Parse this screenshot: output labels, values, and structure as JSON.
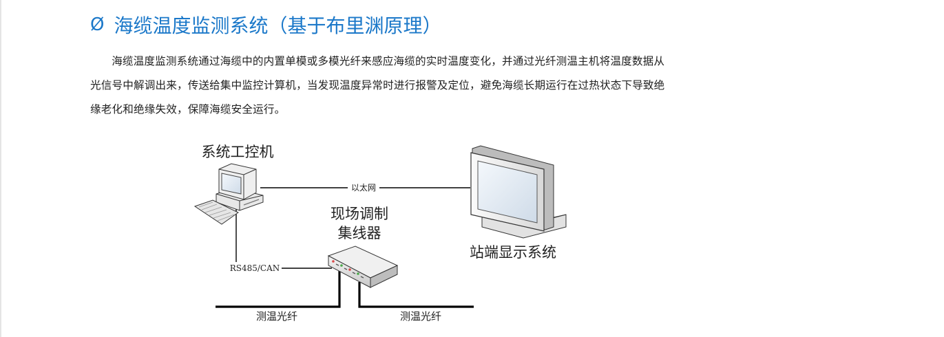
{
  "section": {
    "bullet": "Ø",
    "title": "海缆温度监测系统（基于布里渊原理）"
  },
  "paragraph": "海缆温度监测系统通过海缆中的内置单模或多模光纤来感应海缆的实时温度变化，并通过光纤测温主机将温度数据从光信号中解调出来，传送给集中监控计算机，当发现温度异常时进行报警及定位，避免海缆长期运行在过热状态下导致绝缘老化和绝缘失效，保障海缆安全运行。",
  "diagram": {
    "nodes": {
      "control_pc": "系统工控机",
      "hub_line1": "现场调制",
      "hub_line2": "集线器",
      "station_display": "站端显示系统"
    },
    "links": {
      "ethernet": "以太网",
      "serial_bus": "RS485/CAN",
      "fiber_left": "测温光纤",
      "fiber_right": "测温光纤"
    }
  },
  "colors": {
    "heading": "#1b78c9",
    "text": "#222222",
    "line": "#000000"
  },
  "icons": [
    "computer-icon",
    "keyboard-icon",
    "monitor-icon",
    "hub-icon"
  ]
}
